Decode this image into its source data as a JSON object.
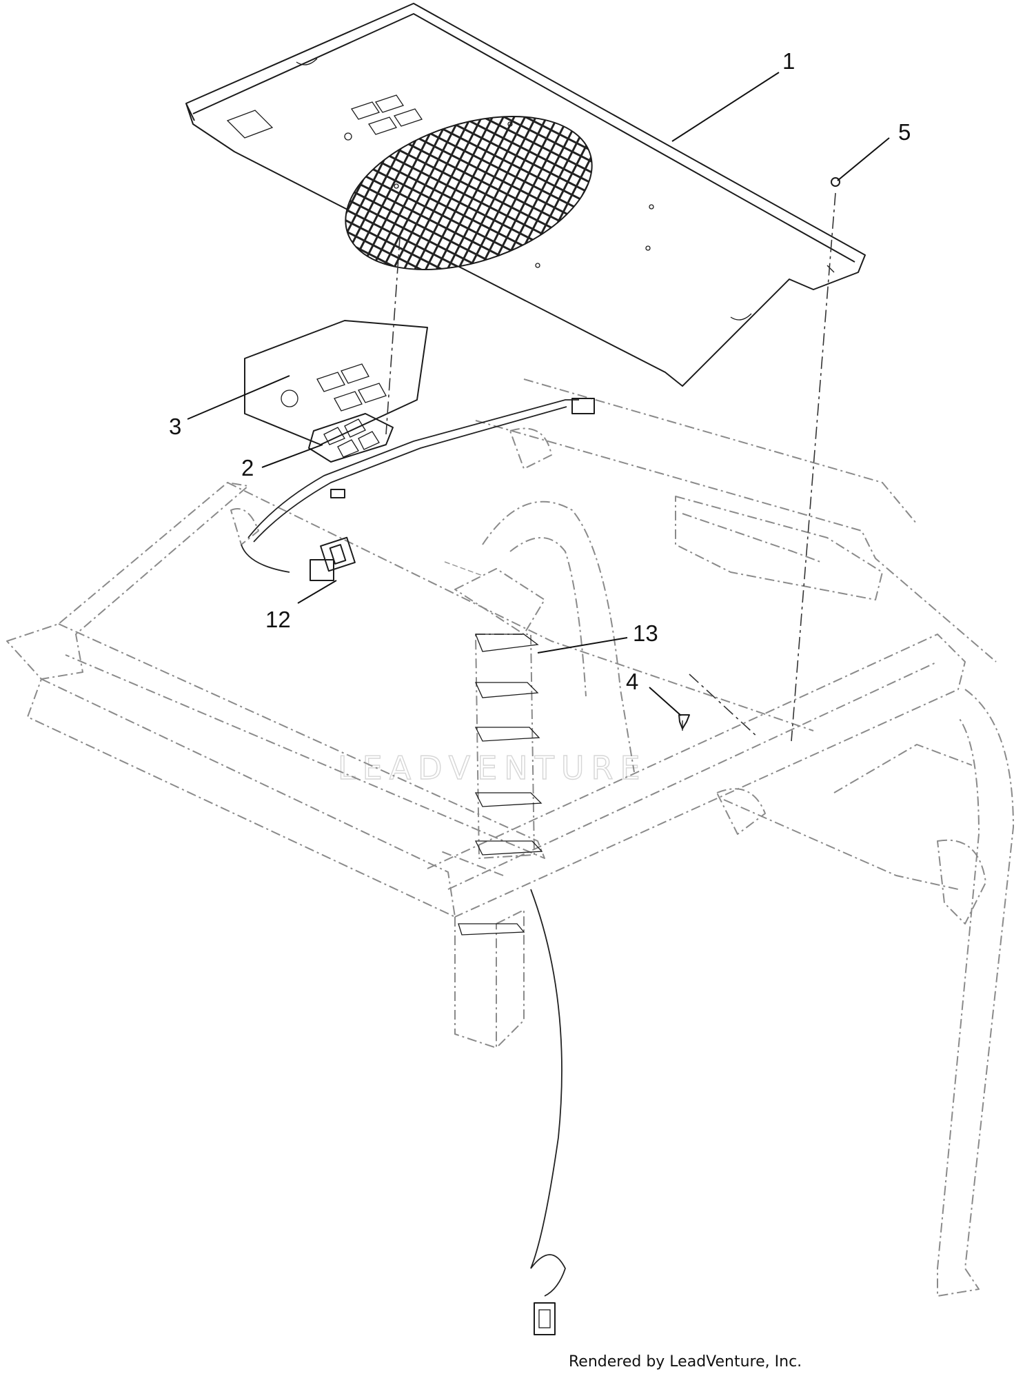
{
  "callouts": [
    {
      "id": "1",
      "label": "1"
    },
    {
      "id": "2",
      "label": "2"
    },
    {
      "id": "3",
      "label": "3"
    },
    {
      "id": "4",
      "label": "4"
    },
    {
      "id": "5",
      "label": "5"
    },
    {
      "id": "12",
      "label": "12"
    },
    {
      "id": "13",
      "label": "13"
    }
  ],
  "watermark": "LEADVENTURE",
  "credit": "Rendered by LeadVenture, Inc."
}
